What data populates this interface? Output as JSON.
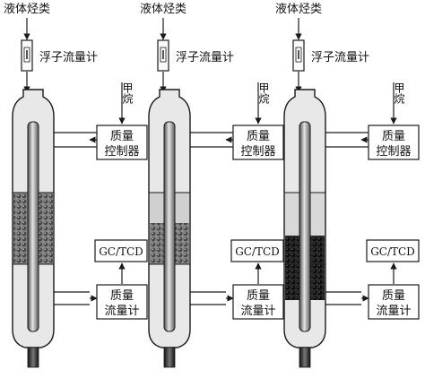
{
  "columns": [
    {
      "liquid_label": "液体烃类",
      "flowmeter_label": "浮子流量计",
      "methane_label": "甲烷",
      "mfc_label": [
        "质量",
        "控制器"
      ],
      "gc_label": "GC/TCD",
      "mfm_label": [
        "质量",
        "流量计"
      ],
      "bed_fill": "full-gray"
    },
    {
      "liquid_label": "液体烃类",
      "flowmeter_label": "浮子流量计",
      "methane_label": "甲烷",
      "mfc_label": [
        "质量",
        "控制器"
      ],
      "gc_label": "GC/TCD",
      "mfm_label": [
        "质量",
        "流量计"
      ],
      "bed_fill": "partial-gray"
    },
    {
      "liquid_label": "液体烃类",
      "flowmeter_label": "浮子流量计",
      "methane_label": "甲烷",
      "mfc_label": [
        "质量",
        "控制器"
      ],
      "gc_label": "GC/TCD",
      "mfm_label": [
        "质量",
        "流量计"
      ],
      "bed_fill": "black-bottom"
    }
  ],
  "colors": {
    "stroke": "#1a1a1a",
    "tube_light": "#e8e8e8",
    "tube_mid": "#9a9a9a",
    "tube_dark": "#2a2a2a",
    "bed_gray": "#6a6a6a",
    "bed_black": "#1b1b1b",
    "rod_light": "#d5d5d5",
    "rod_dark": "#5a5a5a"
  }
}
